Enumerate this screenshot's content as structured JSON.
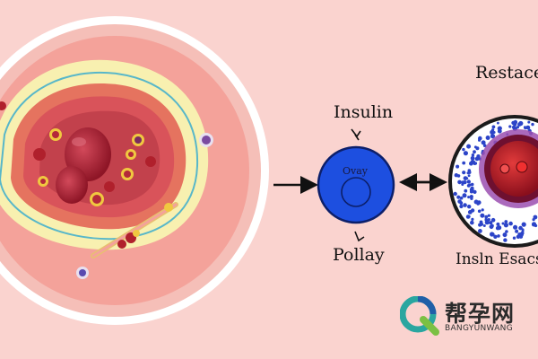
{
  "labels": {
    "insulin": "Insulin",
    "pollay": "Pollay",
    "restace": "Restace",
    "insln_esacs": "Insln Esacs",
    "ovay": "Ovay"
  },
  "watermark": {
    "chinese": "帮孕网",
    "english": "BANGYUNWANG",
    "logo_icon": "q-logo-icon"
  },
  "colors": {
    "background": "#fad3cf",
    "cell_outer": "#ffffff",
    "cell_pink": "#f4a29a",
    "cell_yellow": "#f8f0b0",
    "cell_red": "#d9535a",
    "nucleus": "#a81f35",
    "blue_cell": "#1d4fe0",
    "target_dots": "#2c44c8",
    "target_core": "#b51628",
    "target_ring": "#9b4fb0",
    "logo_teal": "#2aa6a0",
    "logo_green": "#7bc043"
  }
}
